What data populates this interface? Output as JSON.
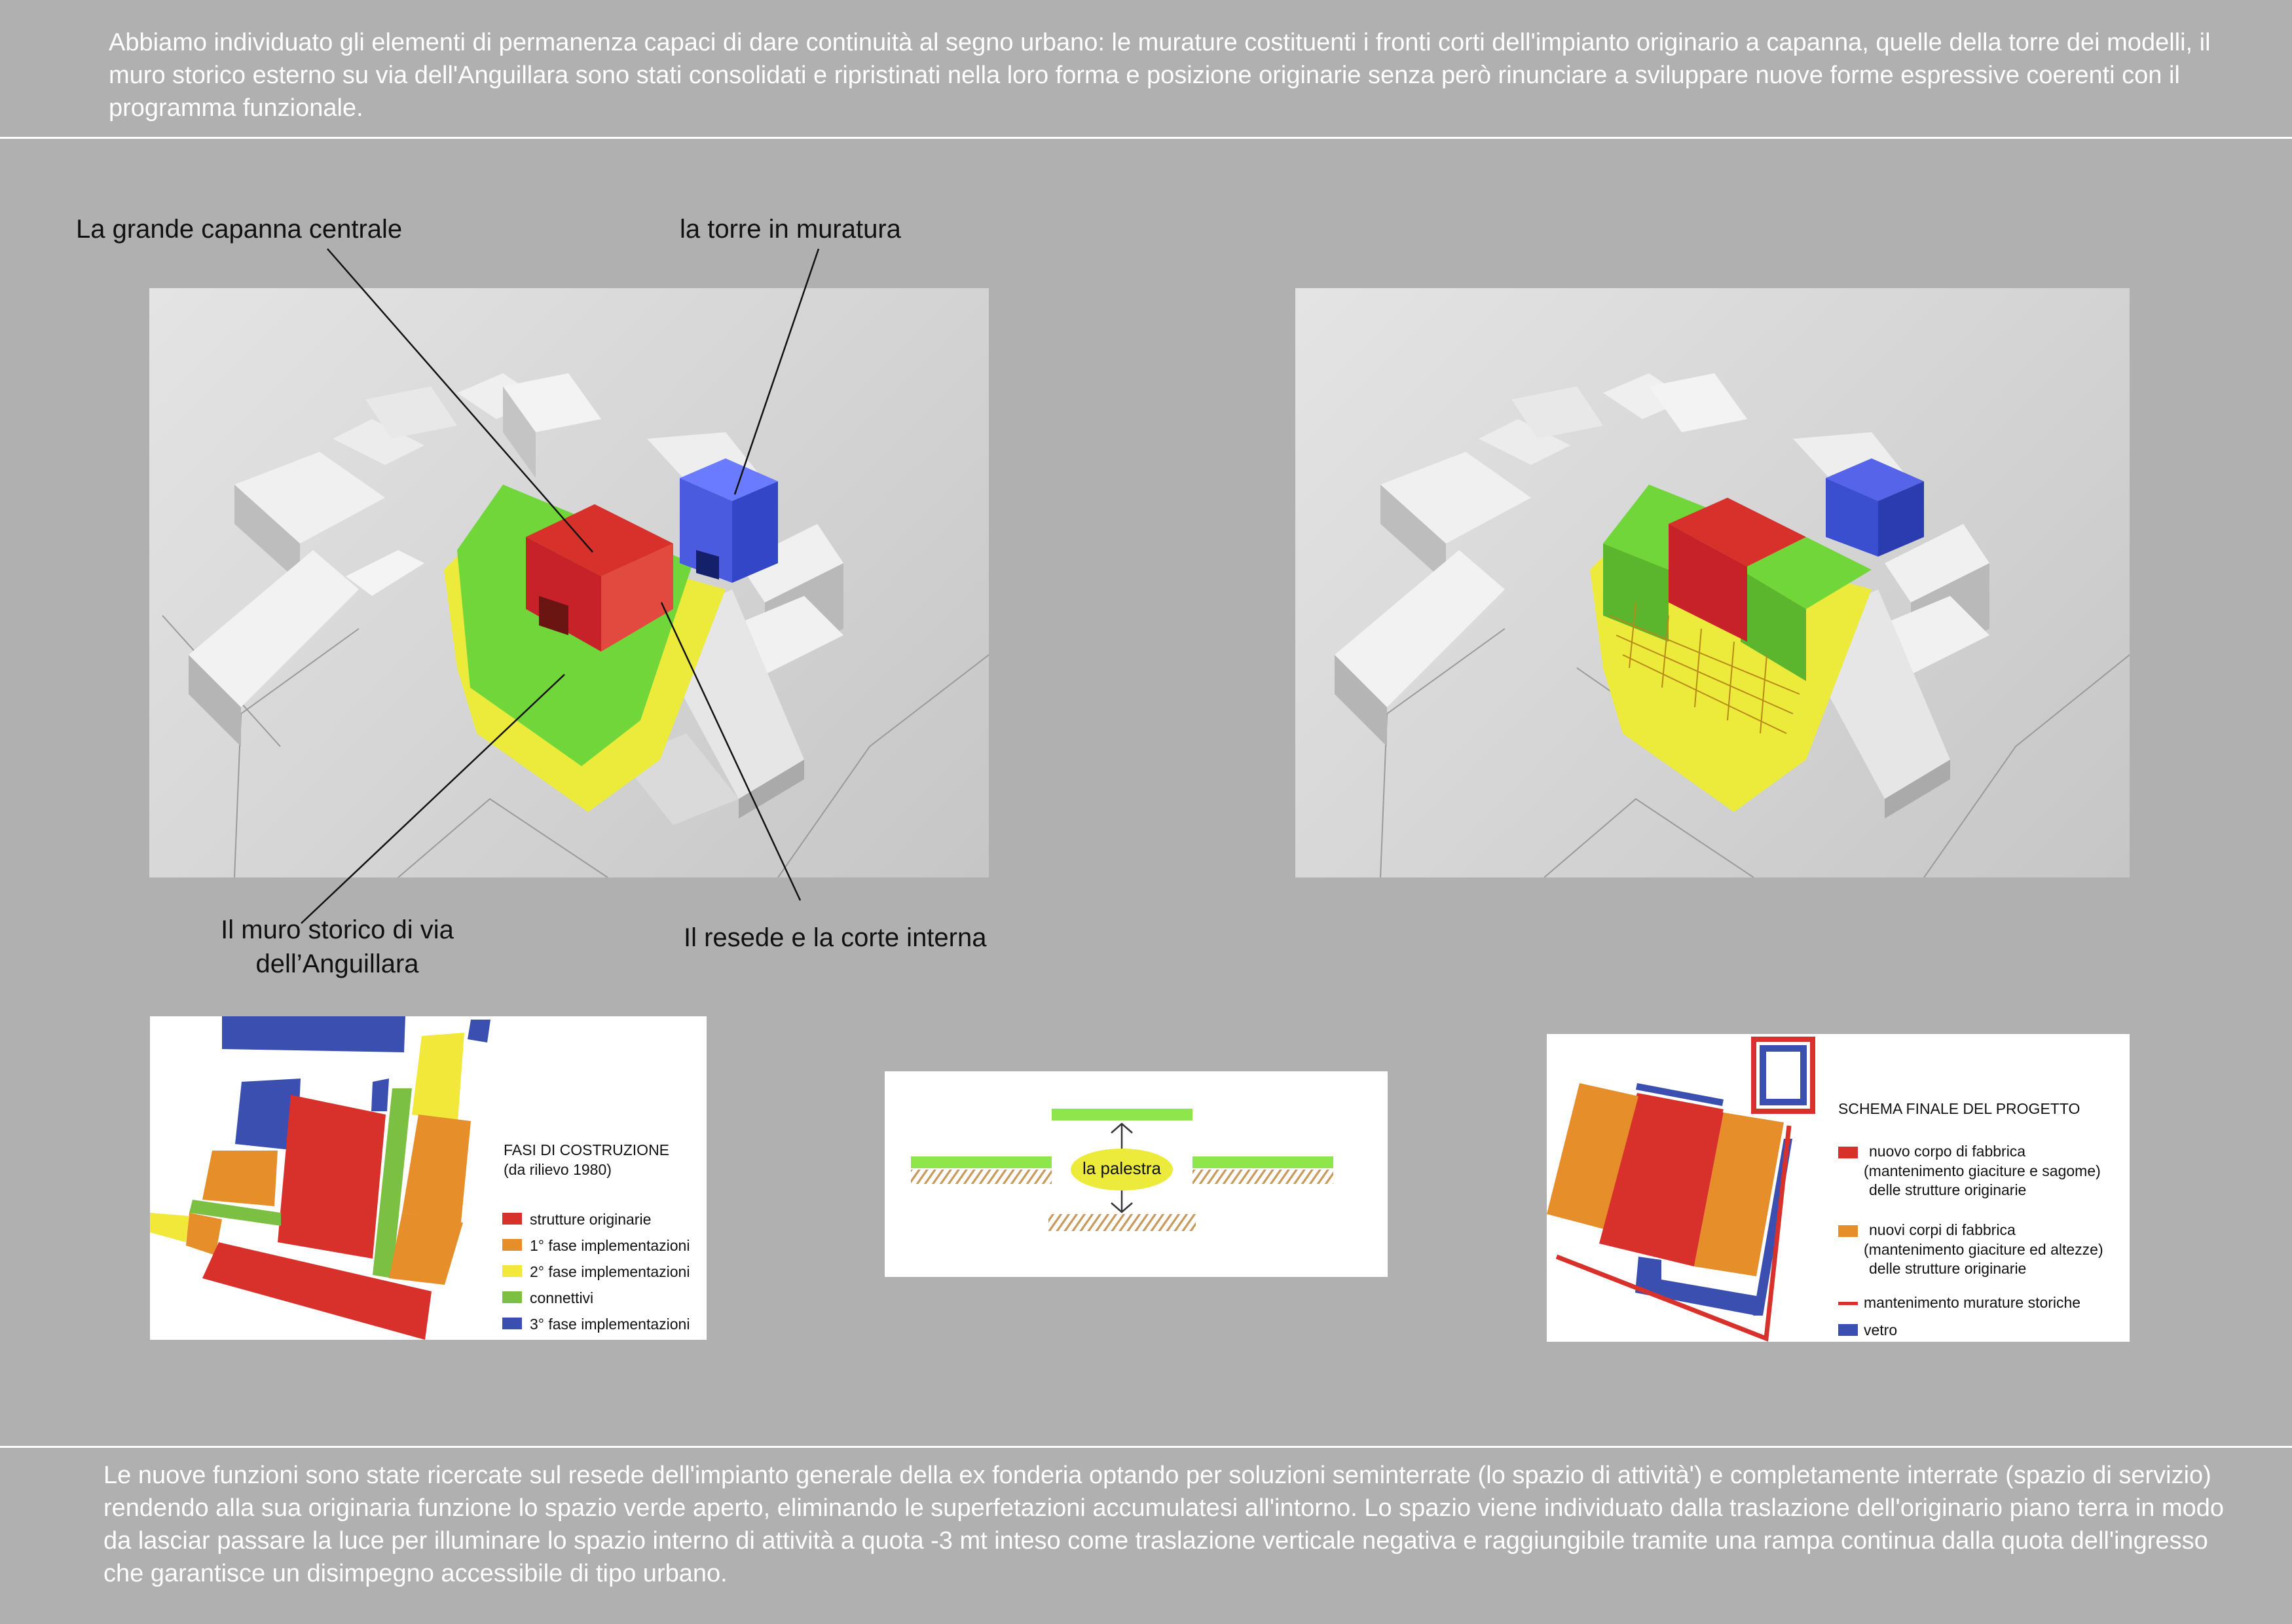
{
  "text": {
    "top": "Abbiamo individuato gli elementi di permanenza capaci di dare continuità al segno urbano: le murature costituenti i fronti corti dell'impianto originario a capanna, quelle della torre dei modelli, il muro storico esterno su via dell'Anguillara sono stati consolidati e ripristinati nella loro forma e posizione originarie senza però rinunciare a sviluppare nuove forme espressive coerenti con il programma funzionale.",
    "bottom": "Le nuove funzioni sono state ricercate sul resede dell'impianto generale della ex fonderia optando per soluzioni seminterrate (lo spazio di attività') e completamente interrate (spazio di servizio) rendendo alla sua originaria funzione lo spazio verde aperto, eliminando le superfetazioni accumulatesi all'intorno. Lo spazio viene individuato dalla traslazione dell'originario piano terra in modo da lasciar passare la luce per illuminare lo spazio interno di attività a quota -3 mt inteso come traslazione verticale negativa e raggiungibile tramite una rampa continua dalla quota dell'ingresso che garantisce un disimpegno accessibile di tipo urbano."
  },
  "labels": {
    "capanna": "La grande capanna centrale",
    "torre": "la torre in muratura",
    "muro_line1": "Il muro storico di via",
    "muro_line2": "dell’Anguillara",
    "resede": "Il resede e la corte interna"
  },
  "fasi": {
    "title": "FASI DI COSTRUZIONE",
    "subtitle": "(da rilievo 1980)",
    "items": [
      {
        "label": "strutture originarie",
        "color": "#d8312b"
      },
      {
        "label": "1° fase implementazioni",
        "color": "#e58e2a"
      },
      {
        "label": "2° fase implementazioni",
        "color": "#f1e83a"
      },
      {
        "label": "connettivi",
        "color": "#7cc043"
      },
      {
        "label": "3° fase implementazioni",
        "color": "#3a4fb0"
      }
    ]
  },
  "palestra": {
    "label": "la palestra"
  },
  "schema": {
    "title": "SCHEMA  FINALE DEL PROGETTO",
    "items": [
      {
        "lines": [
          "nuovo corpo di fabbrica",
          "(mantenimento giaciture e sagome)",
          "delle strutture originarie"
        ],
        "color": "#d8312b"
      },
      {
        "lines": [
          "nuovi corpi di fabbrica",
          "(mantenimento giaciture ed altezze)",
          "delle strutture originarie"
        ],
        "color": "#e58e2a"
      },
      {
        "lines": [
          "mantenimento murature storiche"
        ],
        "color": "#d8312b"
      },
      {
        "lines": [
          "vetro"
        ],
        "color": "#3a4fb0"
      }
    ]
  },
  "colors": {
    "background": "#b0b0b0",
    "red": "#d8312b",
    "green": "#70d63a",
    "blue": "#4a5be0",
    "yellow": "#ecea3a"
  }
}
